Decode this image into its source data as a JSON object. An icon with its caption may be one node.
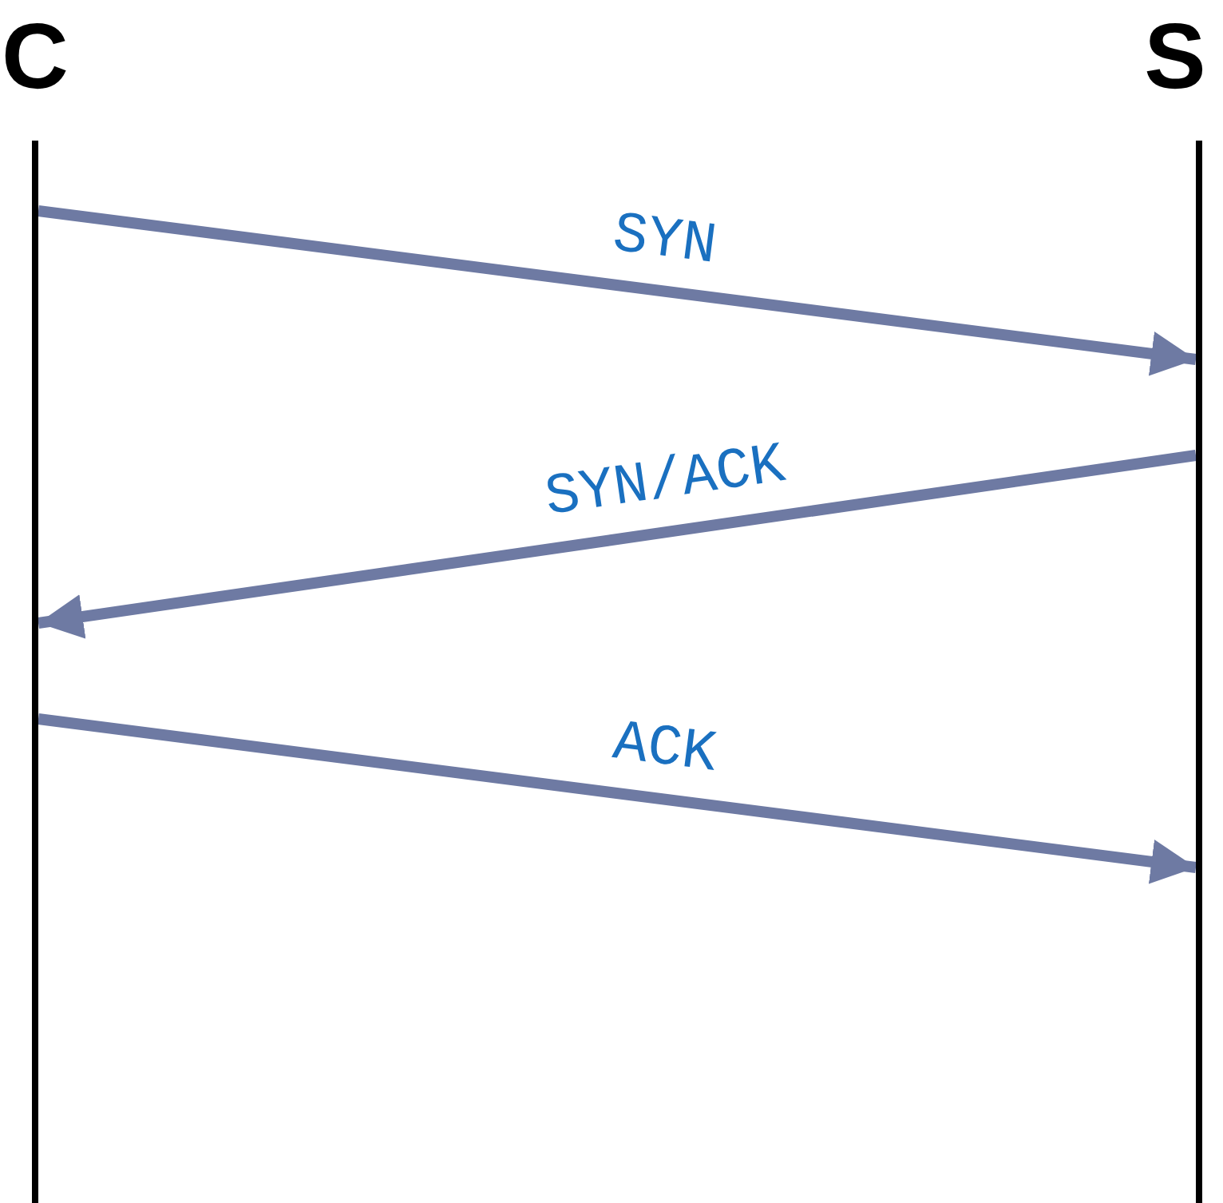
{
  "diagram": {
    "nodes": [
      {
        "text": [
          "C"
        ]
      },
      {
        "text": [
          "S"
        ]
      }
    ],
    "edges": [
      {
        "from": 0,
        "to": 1,
        "arrow": "to",
        "label": "SYN"
      },
      {
        "from": 1,
        "to": 0,
        "arrow": "to",
        "label": "SYN/ACK"
      },
      {
        "from": 0,
        "to": 1,
        "arrow": "to",
        "label": "ACK"
      }
    ]
  }
}
